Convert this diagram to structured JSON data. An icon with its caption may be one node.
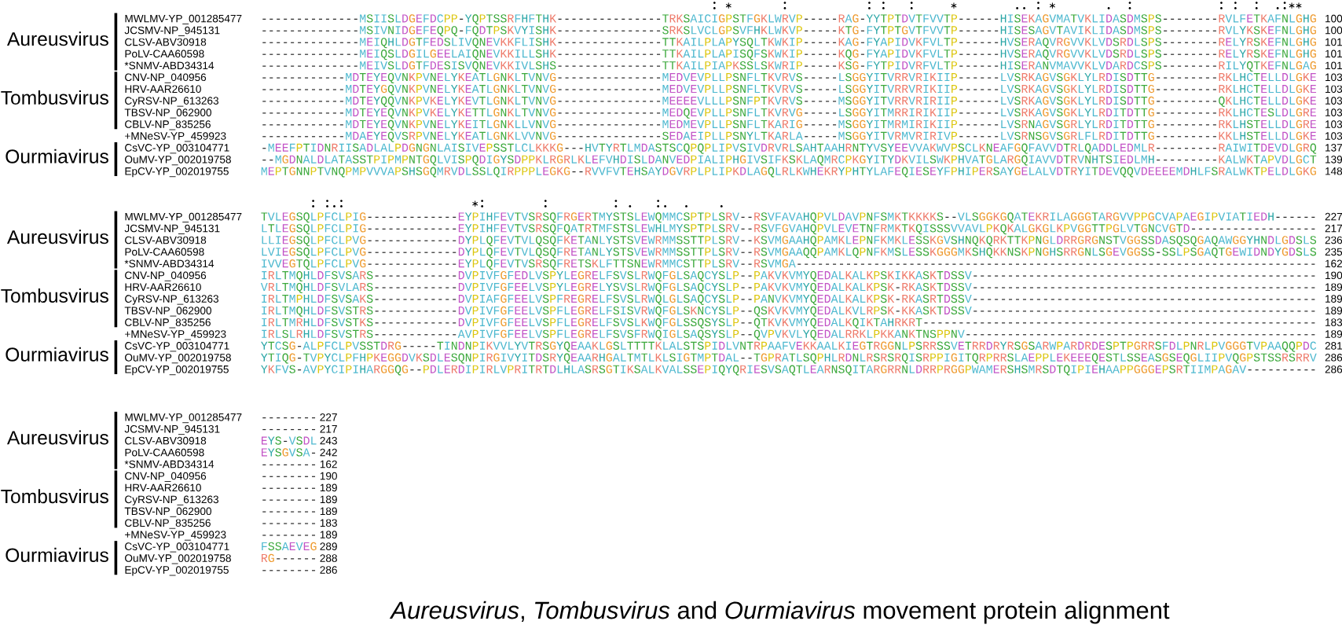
{
  "diagram": {
    "caption": "*Aureusvirus*, *Tombusvirus* and *Ourmiavirus* movement protein alignment",
    "labels": [
      "Aureusvirus",
      "MWLMV-YP_001285477",
      "--------------MSIISLDGEFDCPP-YQPTSSRFHFTHK---------------TRKSAICIGPSTFGKLWRVP-----RAG-YYTPTDVTFVVTP------HISEKAGVMATVKLIDASDMSPS--------RVLFETKAFNLGHG",
      "100",
      "JCSMV-NP_945131",
      "--------------MSIVNIDGEFEQPQ-FQDTPSKVYISHK---------------SRKSLVCLGPSVFHKLWKVP-----KTG-FYTPTGVTFVVTP------HISESAGVTAVIKLIDASDMSPS--------RVLYKSKEFNLGHG",
      "100",
      "CLSV-ABV30918",
      "--------------MEIQHLDGTFEDSLIVQNEVKKFLISHK---------------TTKAILPLAPYSQLTKWKIP-----KAG-FYAPIDVKFVLTP------HVSERAQVRGVVKLVDSRDLSPS--------RELYRSKEFNLGHG",
      "101",
      "PoLV-CAA60598",
      "--------------MEIQSLDGILGEELAIQNEVKKILLSHK---------------TTKAILPLAPISQFSKWKIP-----KQG-FYAPIDVKFVLTP------HVSERAQVRGVVKLVDSRDLSPS--------RELYRSKEFNLGHG",
      "101",
      "*SNMV-ABD34314",
      "--------------MEIVSLDGTFDESISVQNEVKKIVLSHS---------------TTKAILPIAPKSSLSKWRIP-----KSG-FYTPIDVRFVLTP------HISERANVMAVVKLVDARDCSPS--------RILYQTKEFNLGAG",
      "101",
      "Tombusvirus",
      "CNV-NP_040956",
      "------------MDTEYEQVNKPVNELYKEATLGNKLTVNVG---------------MEDVEVPLLPSNFLTKVRVS-----LSGGYITVRRVRIKIIP------LVSRKAGVSGKLYLRDISDTTG---------RKLHCTELLDLGKE",
      "103",
      "HRV-AAR26610",
      "------------MDTEYGQVNKPVNELYKEATLGNKLTVNVG---------------MEDVEVPLLPSNFLTKVRVS-----LSGGYITVRRVRIKIIP------LVSRKAGVSGKLYLRDISDTTG---------RKLHCTELLDLGKE",
      "103",
      "CyRSV-NP_613263",
      "------------MDTEYQQVNKPVKELYKEVTLGNKLTVNVG---------------MEEEEVLLLPSNFPTKVRVS-----MSGGYITVRRVRIRIIP------LVSRKAGVSGKLYLRDISDTTG---------QKLHCTELLDLGKE",
      "103",
      "TBSV-NP_062900",
      "------------MDTEYEQVNKPVKELYKETTLGNKLTVNVG---------------MEDQEVPLLPSNFLTKVRVG-----LSGGYITMRRIRIKIIP------LVSRKAGVSGKLYLRDITDTTG---------RKLHCTESLDLGRE",
      "103",
      "CBLV-NP_835256",
      "------------MDTEYEQVNKPVNELYKEITLGNKLLVNVG---------------MEDMEVPLLPSNFLTKARIG-----MSGGYITMRMIRIKIIP------LVSRNAGVSGRLYLRDITDTTG---------RKLHSTELLDLGRE",
      "103",
      "+MNeSV-YP_459923",
      "------------MDAEYEQVSRPVNELYKEATLGNKLVVNVG---------------SEDAEIPLLPSNYLTKARLA-----MSGGYITVRMVRIRIVP------LVSRNSGVSGRLFLRDITDTTG---------KKLHSTELLDLGKE",
      "103",
      "Ourmiavirus",
      "CsVC-YP_003104771",
      "-MEEFPTIDNRIISADLALPDGNGNLAISIVEPSSTLCLKKKG---HVTYRTLMDASTSCQPQPLIPVSIVDRVRLSAHTAAHRNTYVSYEEVVAKWVPSCLKNEAFGQFAVVDTRLQADDLEDMLR---------RAIWITDEVDLGRQ",
      "137",
      "OuMV-YP_002019758",
      "--MGDNALDLATASSTPIPMPNTGQLVISPQDIGYSDPPKLRGRLKLEFVHDISLDANVEDPIALIPHGIVSIFKSKLAQMRCPKGYITYDKVILSWKPHVATGLARGQIAVVDTRVNHTSIEDLMH---------KALWKTAPVDLGCT",
      "139",
      "EpCV-YP_002019755",
      "MEPTGNNPTVNQPMPVVVAPSHSGQMRVDLSSLQIRPPPLEGKG--RVVFVTEHSAYDGVRPLPLIPKDLAGQLRLKWHEKRYPHTYLAFEQIESEYFPHIPERSAYGELALVDTRYITDEVQQVDEEEEMDHLFSRALWKTPELDLGKG",
      "148",
      "Aureusvirus",
      "MWLMV-YP_001285477",
      "TVLEGSQLPFCLPIG-------------EYPIHFEVTVSRSQFRGERTMYSTSLEWQMMCSPTPLSRV--RSVFAVAHQPVLDAVPNFSMKTKKKKS--VLSGGKGQATEKRILAGGGTARGVVPPGCVAPAEGIPVIATIEDH------",
      "227",
      "JCSMV-NP_945131",
      "LTLEGSQLPFCLPIG-------------EYPIHFEVTVSRSQFQATRTMFSTSLEWHLMYSPTPLSRV--RSVFGVAHQPVLEVETNFRMKTKQISSSVVAVLPKQKALGKGLKPVGGTTPGLVTGNCVGTD------------------",
      "217",
      "CLSV-ABV30918",
      "LLIEGSQLPFCLPVG-------------DYPLQFEVTVLQSQFKETANLYSTSVEWRMMSSTTPLSRV--KSVMGAAHQPAMKLEPNFKMKLESSKGVSHNQKQRKTTKPNGLDRRGRGNSTVGGSSDASQSQGAQAWGGYHNDLGDSLS",
      "236",
      "PoLV-CAA60598",
      "LVIEGSQLPFCLPVG-------------DYPLQFEVTVLQSQFRETANLYSTSVEWRMMSSTTPLSRV--RSVMGAAQQPAMKLQPNFKMSLESSKGGGMKSHQKKNSKPNGHSRRGNLSGEVGGSS-SSLPSGAQTGEWIDNDYGDSLS",
      "235",
      "*SNMV-ABD34314",
      "IVVEGTQLPFCLPVG-------------EYPLQFEVTVSRSQFRETSKLFTTSNEWRMMCSTTPLSRV--RSVMGA--------------------------------------------------------------------------",
      "162",
      "Tombusvirus",
      "CNV-NP_040956",
      "IRLTMQHLDFSVSARS------------DVPIVFGFEDLVSPYLEGRELFSVSLRWQFGLSAQCYSLP--PAKVKVMYQEDALKALKPSKIKKASKTDSSV-------------------------------------------------",
      "190",
      "HRV-AAR26610",
      "VRLTMQHLDFSVLARS------------DVPIVFGFEELVSPYLEGRELYSVSLRWQFGLSAQCYSLP--PAKVKVMYQEDALKALKPSK-RKASKTDSSV-------------------------------------------------",
      "189",
      "CyRSV-NP_613263",
      "IRLTMPHLDFSVSAKS------------DVPIAFGFEELVSPFREGRELFSVSLRWQLGLSAQCYSLP--PANVKVMYQEDALKALKPSK-RKASRTDSSV-------------------------------------------------",
      "189",
      "TBSV-NP_062900",
      "IRLTMQHLDFSVSTRS------------DVPIVFGFEELVSPFLEGRELFSISVRWQFGLSKNCYSLP--QSKVKVMYQEDALKVLRPSK-KKASKTDSSV-------------------------------------------------",
      "189",
      "CBLV-NP_835256",
      "IRLTMRHLDFSVSTKS------------DVPIVFGFEELVSPFLEGRELFSVSLKWQFGLSSQSYSLP--QTKVKVMYQEDALKQIKTAHRKRT--------------------------------------------------------",
      "183",
      "+MNeSV-YP_459923",
      "IRLSLRHLDFSVSTRS------------AVPIVFGFEELVSPFLEGRELFSVSFRWQIGLSAQSYSLP--QVPVKVLYQEDALRRKLPKKANKTNSPPNV--------------------------------------------------",
      "189",
      "Ourmiavirus",
      "CsVC-YP_003104771",
      "YTCSG-ALPFCLPVSSTDRG-----TINDNPIKVVLYVTRSGYQEAAKLGSLTTTTKLALSTSPIDLVNTRPAAFVEKKAALKIEGTRGGNLPSRRSSVETRRDRYRSGSARWPARDRDESPTPGRRSFDLPNRLPVGGGTVPAAQQPDC",
      "281",
      "OuMV-YP_002019758",
      "YTIQG-TVPYCLPFHPKEGGDVKSDLESQNPIRGIVYITDSRYQEAARHGALTMTLKLSIGTMPTDAL--TGPRATLSQPHLRDNLRSRSRQISRPPIGITQRPRRSLAEPPLEKEEEQESTLSSEASGSEQGLIIPVQGPSTSSRSRRV",
      "286",
      "EpCV-YP_002019755",
      "YKFVS-AVPYCIPIHARGGQG--PDLERDIPIRLVPRITRTDLHLASRSGTIKSALKVALSSEPIQYQRIESVSAQTLEARNSQITARGRRNLDRRPRGGPWAMERSHSMRSDTQIPIEHAAPPGGGEPSRTIIMPAGAV----------",
      "286",
      "Aureusvirus",
      "MWLMV-YP_001285477",
      "--------",
      "227",
      "JCSMV-NP_945131",
      "--------",
      "217",
      "CLSV-ABV30918",
      "EYS-VSDL",
      "243",
      "PoLV-CAA60598",
      "EYSGVSA-",
      "242",
      "*SNMV-ABD34314",
      "--------",
      "162",
      "Tombusvirus",
      "CNV-NP_040956",
      "--------",
      "190",
      "HRV-AAR26610",
      "--------",
      "189",
      "CyRSV-NP_613263",
      "--------",
      "189",
      "TBSV-NP_062900",
      "--------",
      "189",
      "CBLV-NP_835256",
      "--------",
      "183",
      "+MNeSV-YP_459923",
      "--------",
      "189",
      "Ourmiavirus",
      "CsVC-YP_003104771",
      "FSSAEVEG",
      "289",
      "OuMV-YP_002019758",
      "RG------",
      "288",
      "EpCV-YP_002019755",
      "--------",
      "286"
    ]
  }
}
